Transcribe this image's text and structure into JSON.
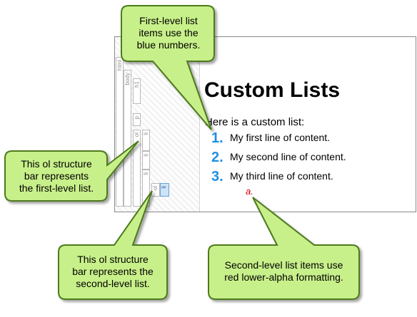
{
  "structure_bars": {
    "html": "html",
    "body": "body",
    "h1": "h1",
    "p": "p",
    "ol_first": "ol",
    "li_1": "li",
    "li_2": "li",
    "li_3": "li",
    "ol_second": "ol",
    "li_sub": "li"
  },
  "document": {
    "title": "Custom Lists",
    "paragraph": "Here is a custom list:",
    "list_items": [
      {
        "number": "1.",
        "text": "My first line of content."
      },
      {
        "number": "2.",
        "text": "My second line of content."
      },
      {
        "number": "3.",
        "text": "My third line of content."
      }
    ],
    "sub_item_marker": "a."
  },
  "callouts": {
    "top": [
      "First-level list",
      "items use the",
      "blue numbers."
    ],
    "left": [
      "This ol structure",
      "bar represents",
      "the first-level list."
    ],
    "bottom_left": [
      "This ol structure",
      "bar represents the",
      "second-level list."
    ],
    "bottom_right": [
      "Second-level list items use",
      "red lower-alpha formatting."
    ]
  },
  "colors": {
    "callout_fill": "#c8f08a",
    "callout_border": "#4d7a1e",
    "first_level_number": "#1f8fe3",
    "second_level_marker": "#d40000"
  }
}
